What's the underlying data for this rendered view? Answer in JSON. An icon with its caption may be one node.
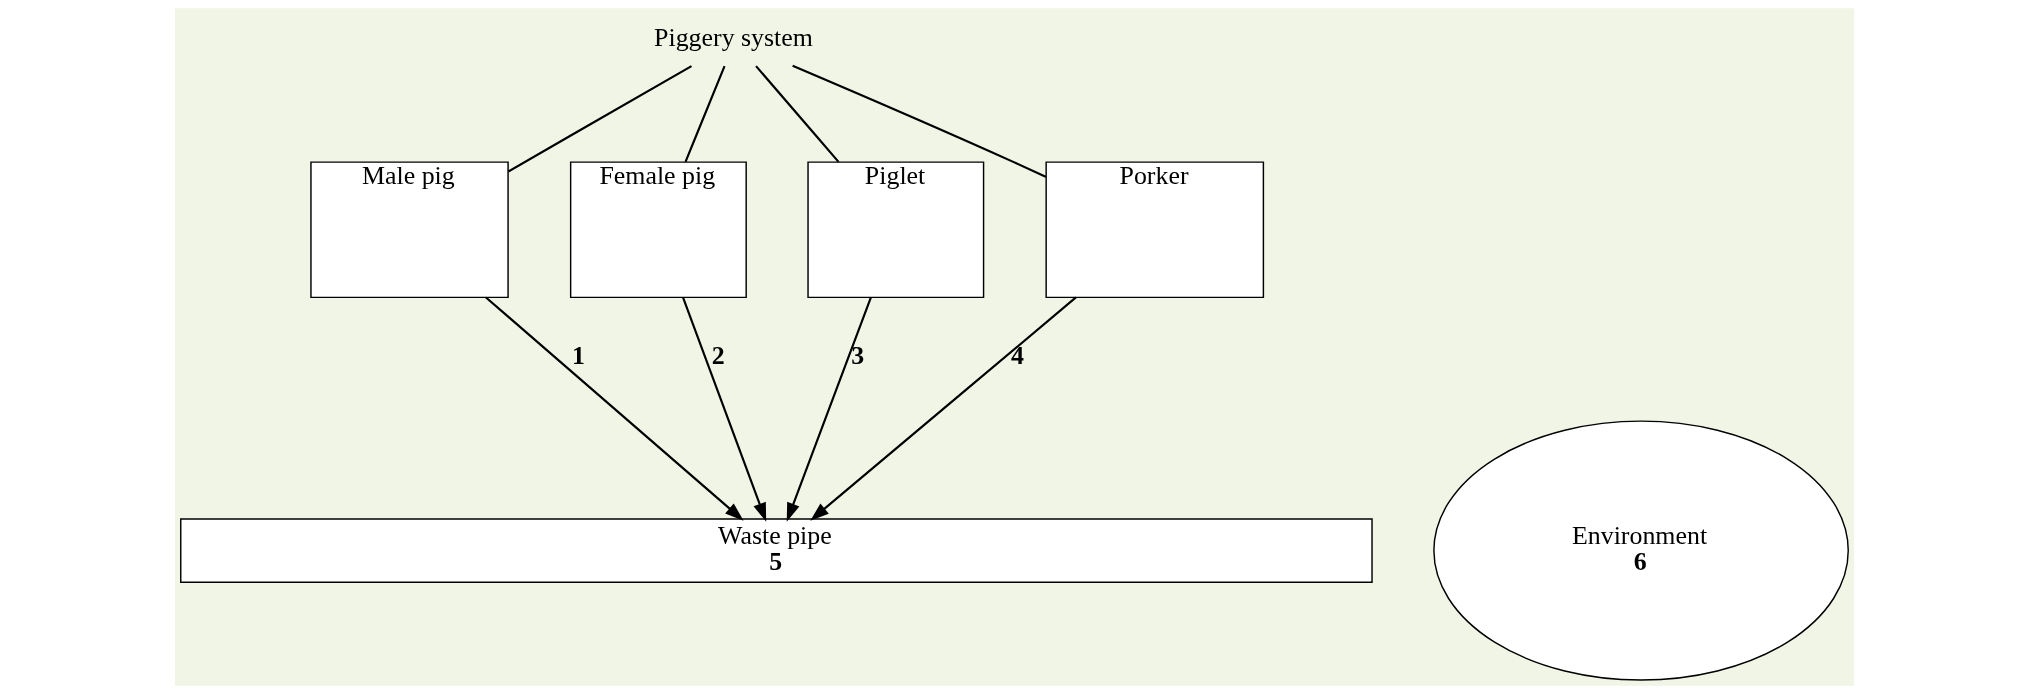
{
  "diagram": {
    "nodes": [
      {
        "text": [
          "Piggery system"
        ]
      },
      {
        "text": [
          "Male pig"
        ]
      },
      {
        "text": [
          "Female pig"
        ]
      },
      {
        "text": [
          "Piglet"
        ]
      },
      {
        "text": [
          "Porker"
        ]
      },
      {
        "text": [
          "Waste pipe",
          "5"
        ]
      },
      {
        "text": [
          "Environment",
          "6"
        ]
      }
    ],
    "edges": [
      {
        "from": 0,
        "to": 1,
        "arrow": "none"
      },
      {
        "from": 0,
        "to": 2,
        "arrow": "none"
      },
      {
        "from": 0,
        "to": 3,
        "arrow": "none"
      },
      {
        "from": 0,
        "to": 4,
        "arrow": "none"
      },
      {
        "from": 1,
        "to": 5,
        "arrow": "to",
        "label": "1"
      },
      {
        "from": 2,
        "to": 5,
        "arrow": "to",
        "label": "2"
      },
      {
        "from": 3,
        "to": 5,
        "arrow": "to",
        "label": "3"
      },
      {
        "from": 4,
        "to": 5,
        "arrow": "to",
        "label": "4"
      }
    ]
  }
}
